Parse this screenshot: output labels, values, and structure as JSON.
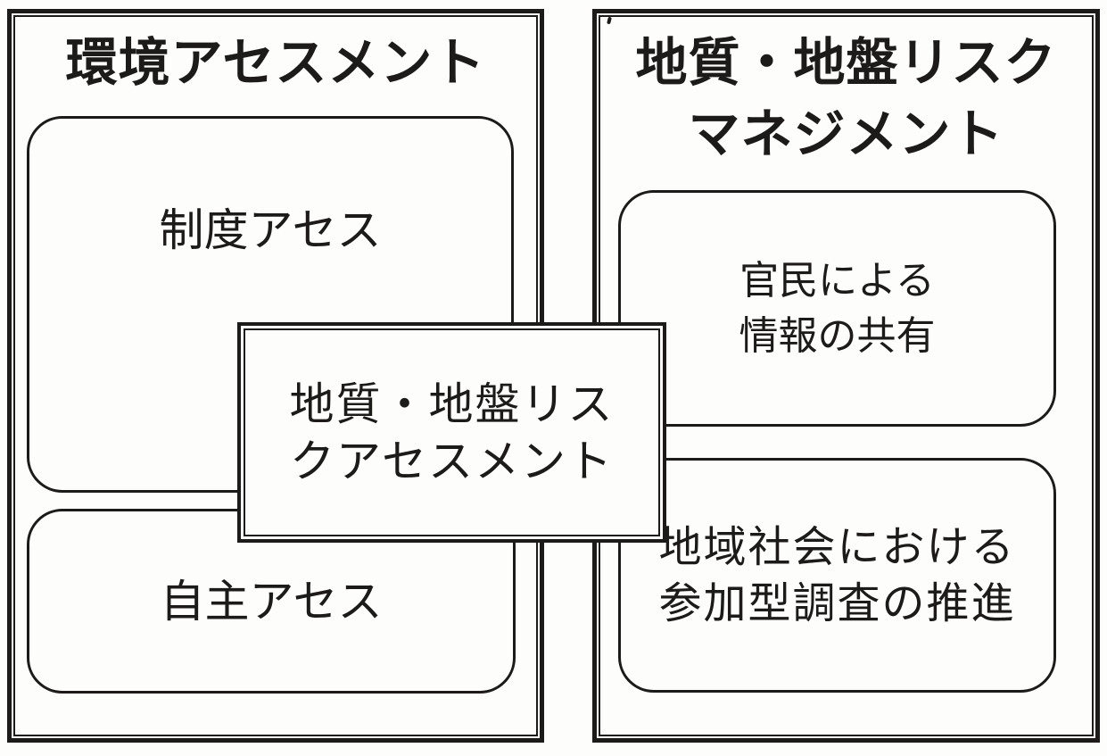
{
  "page": {
    "background_color": "#fdfdfb",
    "ink_color": "#1d1b19"
  },
  "left_panel": {
    "title": "環境アセスメント",
    "boxes": [
      {
        "label": "制度アセス"
      },
      {
        "label": "自主アセス"
      }
    ]
  },
  "right_panel": {
    "title_line1": "地質・地盤リスク",
    "title_line2": "マネジメント",
    "boxes": [
      {
        "label_line1": "官民による",
        "label_line2": "情報の共有"
      },
      {
        "label_line1": "地域社会における",
        "label_line2": "参加型調査の推進"
      }
    ]
  },
  "center_box": {
    "label_line1": "地質・地盤リス",
    "label_line2": "クアセスメント"
  }
}
